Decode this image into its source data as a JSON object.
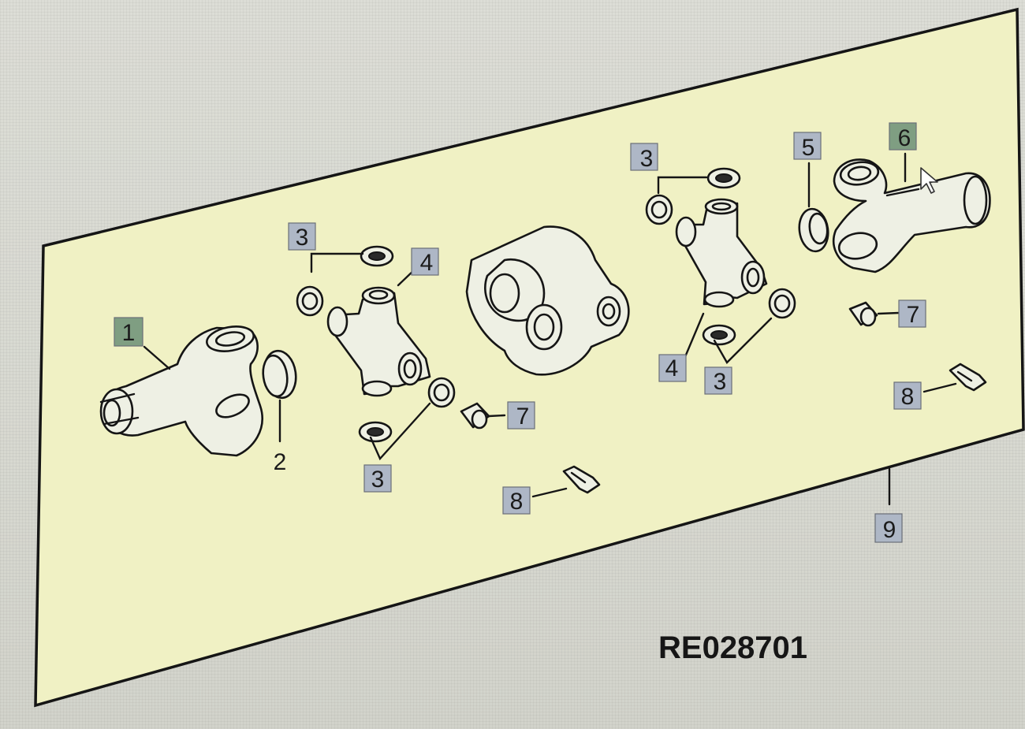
{
  "diagram": {
    "drawing_number": "RE028701",
    "colors": {
      "panel_fill": "#f0f1c4",
      "callout_fill": "#aeb7c6",
      "callout_selected_fill": "#7f9e82",
      "line": "#151515"
    },
    "callouts": [
      {
        "id": "c1",
        "label": "1",
        "style": "selected"
      },
      {
        "id": "c2",
        "label": "2",
        "style": "plain"
      },
      {
        "id": "c3a",
        "label": "3",
        "style": "boxed"
      },
      {
        "id": "c3b",
        "label": "3",
        "style": "boxed"
      },
      {
        "id": "c4a",
        "label": "4",
        "style": "boxed"
      },
      {
        "id": "c7a",
        "label": "7",
        "style": "boxed"
      },
      {
        "id": "c8a",
        "label": "8",
        "style": "boxed"
      },
      {
        "id": "c3c",
        "label": "3",
        "style": "boxed"
      },
      {
        "id": "c4b",
        "label": "4",
        "style": "boxed"
      },
      {
        "id": "c3d",
        "label": "3",
        "style": "boxed"
      },
      {
        "id": "c5",
        "label": "5",
        "style": "boxed"
      },
      {
        "id": "c6",
        "label": "6",
        "style": "selected-hover"
      },
      {
        "id": "c7b",
        "label": "7",
        "style": "boxed"
      },
      {
        "id": "c8b",
        "label": "8",
        "style": "boxed"
      },
      {
        "id": "c9",
        "label": "9",
        "style": "boxed"
      }
    ]
  }
}
